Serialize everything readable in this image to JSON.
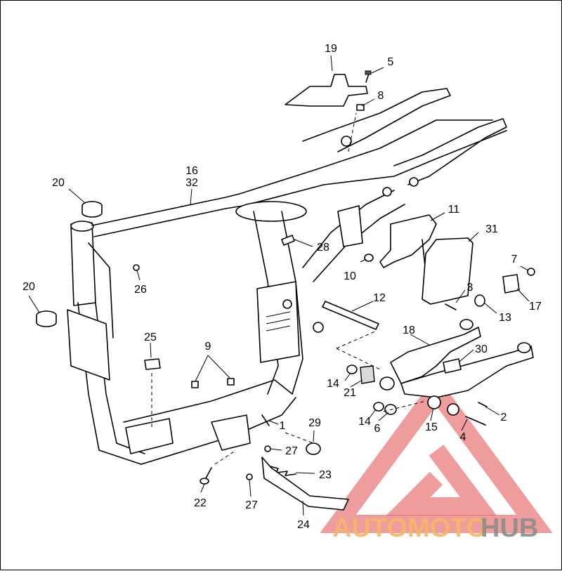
{
  "callouts": {
    "c1": "1",
    "c2": "2",
    "c3": "3",
    "c4": "4",
    "c5": "5",
    "c6": "6",
    "c7": "7",
    "c8": "8",
    "c9": "9",
    "c10": "10",
    "c11": "11",
    "c12": "12",
    "c13": "13",
    "c14a": "14",
    "c14b": "14",
    "c15": "15",
    "c16": "16",
    "c17": "17",
    "c18": "18",
    "c19": "19",
    "c20a": "20",
    "c20b": "20",
    "c21": "21",
    "c22": "22",
    "c23": "23",
    "c24": "24",
    "c25": "25",
    "c26": "26",
    "c27a": "27",
    "c27b": "27",
    "c28": "28",
    "c29": "29",
    "c30": "30",
    "c31": "31",
    "c32": "32"
  },
  "watermark": {
    "text_a": "AUTOMOTO",
    "text_b": "HUB"
  },
  "colors": {
    "line": "#000000",
    "background": "#ffffff",
    "watermark_red": "#e24b4b",
    "watermark_orange": "#f5b66a",
    "watermark_gray": "#8d8d8d"
  }
}
